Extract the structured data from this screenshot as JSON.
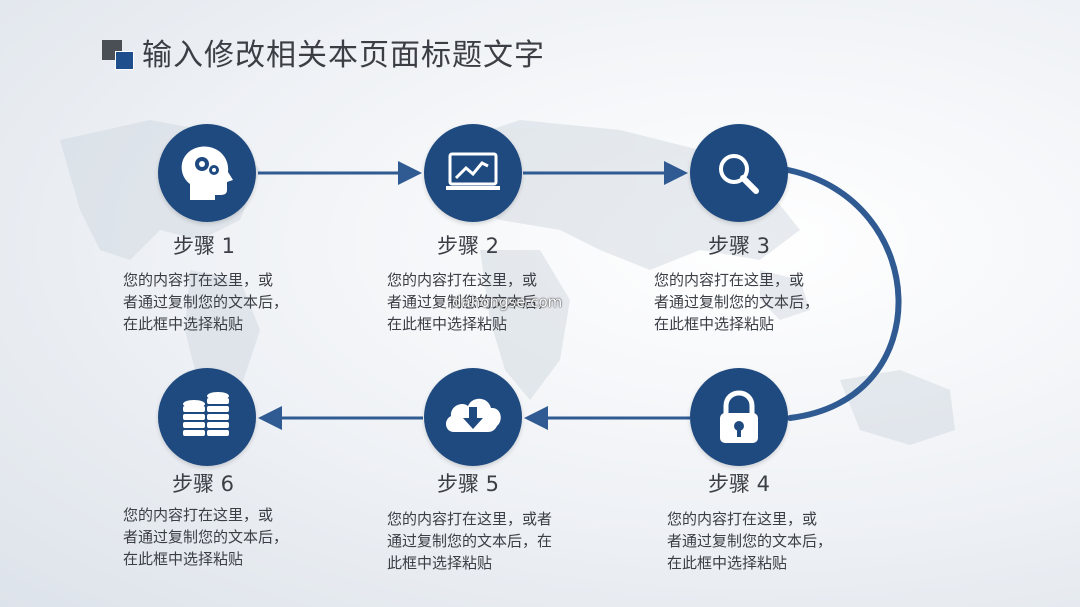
{
  "title": "输入修改相关本页面标题文字",
  "watermark": "dahongse.com",
  "colors": {
    "accent": "#1f4a80",
    "text": "#3b3f45",
    "line": "#2f5a92"
  },
  "steps": [
    {
      "label": "步骤 1",
      "icon": "head-gears-icon",
      "desc": [
        "您的内容打在这里，或",
        "者通过复制您的文本后，",
        "在此框中选择粘贴"
      ]
    },
    {
      "label": "步骤 2",
      "icon": "chart-monitor-icon",
      "desc": [
        "您的内容打在这里，或",
        "者通过复制您的文本后，",
        "在此框中选择粘贴"
      ]
    },
    {
      "label": "步骤 3",
      "icon": "magnifier-icon",
      "desc": [
        "您的内容打在这里，或",
        "者通过复制您的文本后，",
        "在此框中选择粘贴"
      ]
    },
    {
      "label": "步骤 4",
      "icon": "padlock-icon",
      "desc": [
        "您的内容打在这里，或",
        "者通过复制您的文本后，",
        "在此框中选择粘贴"
      ]
    },
    {
      "label": "步骤 5",
      "icon": "cloud-download-icon",
      "desc": [
        "您的内容打在这里，或者",
        "通过复制您的文本后，在",
        "此框中选择粘贴"
      ]
    },
    {
      "label": "步骤 6",
      "icon": "coins-stack-icon",
      "desc": [
        "您的内容打在这里，或",
        "者通过复制您的文本后，",
        "在此框中选择粘贴"
      ]
    }
  ]
}
